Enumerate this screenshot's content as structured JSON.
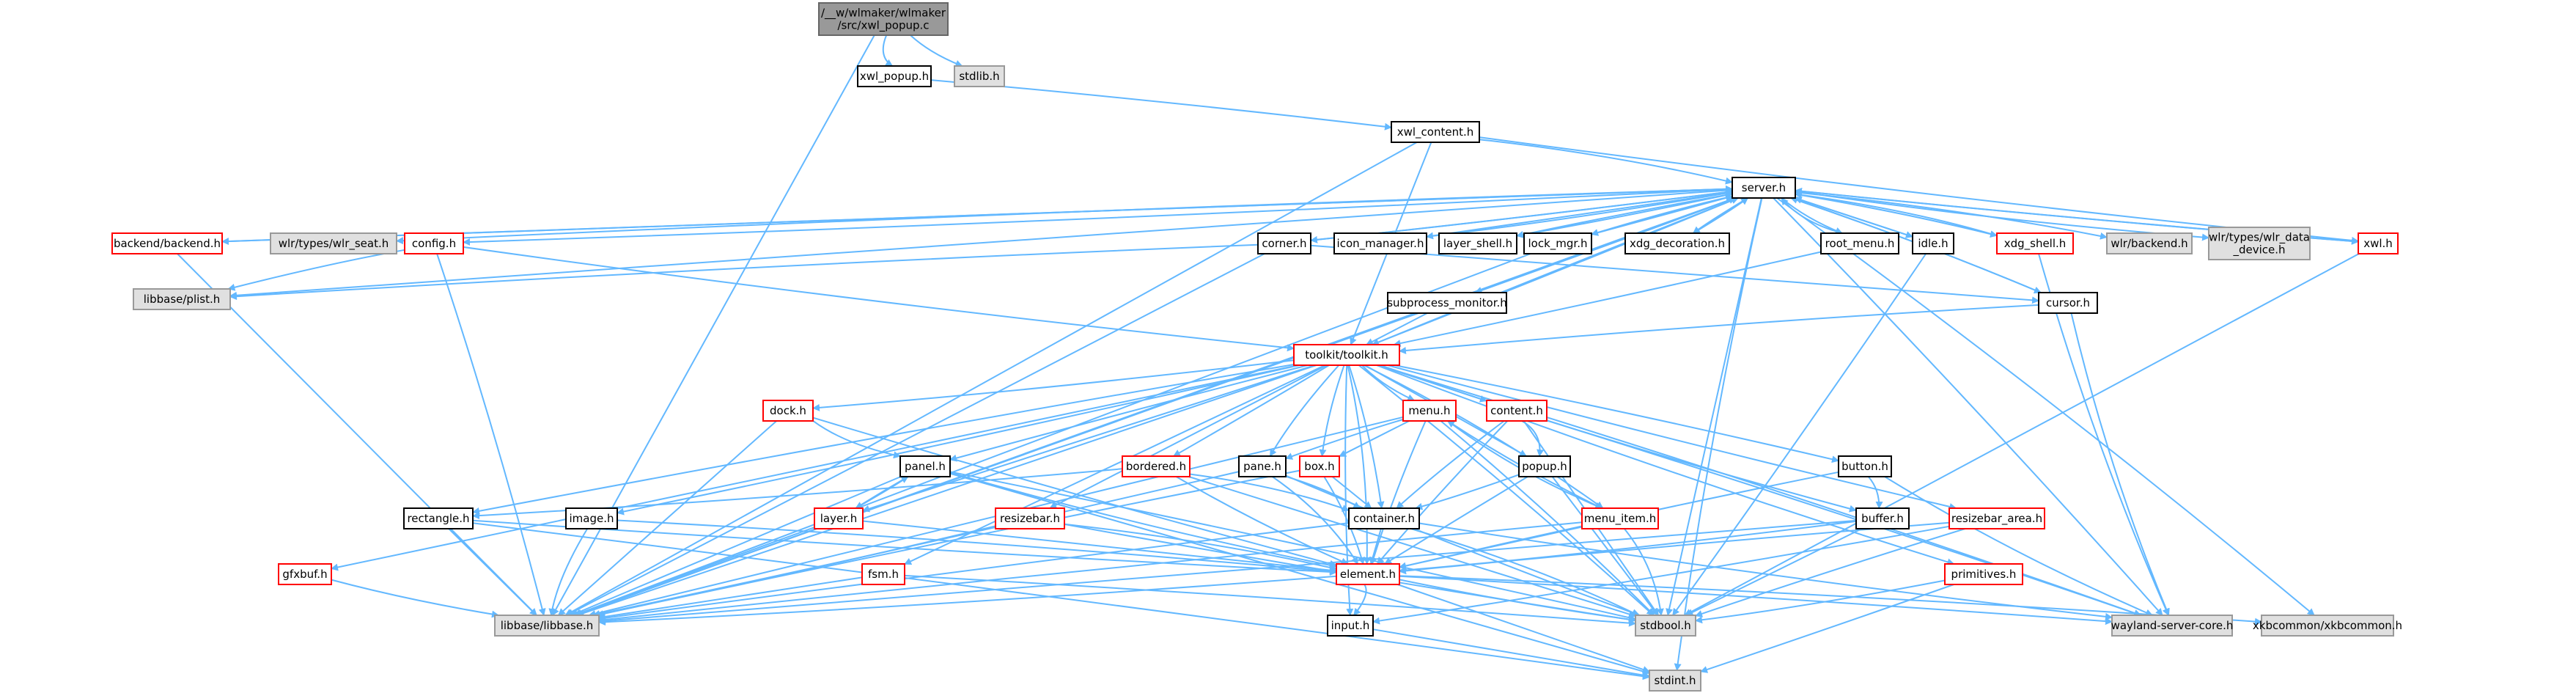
{
  "colors": {
    "edge": "#63b8ff",
    "root_fill": "#999999",
    "root_border": "#666666",
    "node_fill": "#ffffff",
    "node_border": "#000000",
    "external_fill": "#e0e0e0",
    "external_border": "#999999",
    "truncated_border": "#ff0000",
    "text": "#000000"
  },
  "graph": {
    "nodes": [
      {
        "id": "root",
        "lines": [
          "/__w/wlmaker/wlmaker",
          "/src/xwl_popup.c"
        ],
        "style": "root"
      },
      {
        "id": "xwl_popup_h",
        "lines": [
          "xwl_popup.h"
        ],
        "style": "normal"
      },
      {
        "id": "stdlib_h",
        "lines": [
          "stdlib.h"
        ],
        "style": "external"
      },
      {
        "id": "xwl_content_h",
        "lines": [
          "xwl_content.h"
        ],
        "style": "normal"
      },
      {
        "id": "server_h",
        "lines": [
          "server.h"
        ],
        "style": "normal"
      },
      {
        "id": "backend_h",
        "lines": [
          "backend/backend.h"
        ],
        "style": "truncated"
      },
      {
        "id": "wlr_seat_h",
        "lines": [
          "wlr/types/wlr_seat.h"
        ],
        "style": "external"
      },
      {
        "id": "config_h",
        "lines": [
          "config.h"
        ],
        "style": "truncated"
      },
      {
        "id": "corner_h",
        "lines": [
          "corner.h"
        ],
        "style": "normal"
      },
      {
        "id": "icon_manager_h",
        "lines": [
          "icon_manager.h"
        ],
        "style": "normal"
      },
      {
        "id": "layer_shell_h",
        "lines": [
          "layer_shell.h"
        ],
        "style": "normal"
      },
      {
        "id": "lock_mgr_h",
        "lines": [
          "lock_mgr.h"
        ],
        "style": "normal"
      },
      {
        "id": "xdg_decoration_h",
        "lines": [
          "xdg_decoration.h"
        ],
        "style": "normal"
      },
      {
        "id": "root_menu_h",
        "lines": [
          "root_menu.h"
        ],
        "style": "normal"
      },
      {
        "id": "idle_h",
        "lines": [
          "idle.h"
        ],
        "style": "normal"
      },
      {
        "id": "xdg_shell_h",
        "lines": [
          "xdg_shell.h"
        ],
        "style": "truncated"
      },
      {
        "id": "wlr_backend_h",
        "lines": [
          "wlr/backend.h"
        ],
        "style": "external"
      },
      {
        "id": "wlr_data_device_h",
        "lines": [
          "wlr/types/wlr_data",
          "_device.h"
        ],
        "style": "external"
      },
      {
        "id": "xwl_h",
        "lines": [
          "xwl.h"
        ],
        "style": "truncated"
      },
      {
        "id": "plist_h",
        "lines": [
          "libbase/plist.h"
        ],
        "style": "external"
      },
      {
        "id": "cursor_h",
        "lines": [
          "cursor.h"
        ],
        "style": "normal"
      },
      {
        "id": "subprocess_monitor_h",
        "lines": [
          "subprocess_monitor.h"
        ],
        "style": "normal"
      },
      {
        "id": "toolkit_h",
        "lines": [
          "toolkit/toolkit.h"
        ],
        "style": "truncated"
      },
      {
        "id": "dock_h",
        "lines": [
          "dock.h"
        ],
        "style": "truncated"
      },
      {
        "id": "menu_h",
        "lines": [
          "menu.h"
        ],
        "style": "truncated"
      },
      {
        "id": "content_h",
        "lines": [
          "content.h"
        ],
        "style": "truncated"
      },
      {
        "id": "panel_h",
        "lines": [
          "panel.h"
        ],
        "style": "normal"
      },
      {
        "id": "bordered_h",
        "lines": [
          "bordered.h"
        ],
        "style": "truncated"
      },
      {
        "id": "pane_h",
        "lines": [
          "pane.h"
        ],
        "style": "normal"
      },
      {
        "id": "box_h",
        "lines": [
          "box.h"
        ],
        "style": "truncated"
      },
      {
        "id": "popup_h",
        "lines": [
          "popup.h"
        ],
        "style": "normal"
      },
      {
        "id": "button_h",
        "lines": [
          "button.h"
        ],
        "style": "normal"
      },
      {
        "id": "rectangle_h",
        "lines": [
          "rectangle.h"
        ],
        "style": "normal"
      },
      {
        "id": "image_h",
        "lines": [
          "image.h"
        ],
        "style": "normal"
      },
      {
        "id": "layer_h",
        "lines": [
          "layer.h"
        ],
        "style": "truncated"
      },
      {
        "id": "resizebar_h",
        "lines": [
          "resizebar.h"
        ],
        "style": "truncated"
      },
      {
        "id": "container_h",
        "lines": [
          "container.h"
        ],
        "style": "normal"
      },
      {
        "id": "menu_item_h",
        "lines": [
          "menu_item.h"
        ],
        "style": "truncated"
      },
      {
        "id": "buffer_h",
        "lines": [
          "buffer.h"
        ],
        "style": "normal"
      },
      {
        "id": "resizebar_area_h",
        "lines": [
          "resizebar_area.h"
        ],
        "style": "truncated"
      },
      {
        "id": "gfxbuf_h",
        "lines": [
          "gfxbuf.h"
        ],
        "style": "truncated"
      },
      {
        "id": "fsm_h",
        "lines": [
          "fsm.h"
        ],
        "style": "truncated"
      },
      {
        "id": "element_h",
        "lines": [
          "element.h"
        ],
        "style": "truncated"
      },
      {
        "id": "primitives_h",
        "lines": [
          "primitives.h"
        ],
        "style": "truncated"
      },
      {
        "id": "libbase_h",
        "lines": [
          "libbase/libbase.h"
        ],
        "style": "external"
      },
      {
        "id": "input_h",
        "lines": [
          "input.h"
        ],
        "style": "normal"
      },
      {
        "id": "stdbool_h",
        "lines": [
          "stdbool.h"
        ],
        "style": "external"
      },
      {
        "id": "wayland_server_core_h",
        "lines": [
          "wayland-server-core.h"
        ],
        "style": "external"
      },
      {
        "id": "xkbcommon_h",
        "lines": [
          "xkbcommon/xkbcommon.h"
        ],
        "style": "external"
      },
      {
        "id": "stdint_h",
        "lines": [
          "stdint.h"
        ],
        "style": "external"
      }
    ],
    "edges": [
      [
        "root",
        "xwl_popup_h"
      ],
      [
        "root",
        "stdlib_h"
      ],
      [
        "root",
        "libbase_h"
      ],
      [
        "xwl_popup_h",
        "xwl_content_h"
      ],
      [
        "xwl_content_h",
        "server_h"
      ],
      [
        "xwl_content_h",
        "xwl_h"
      ],
      [
        "xwl_content_h",
        "libbase_h"
      ],
      [
        "xwl_content_h",
        "toolkit_h"
      ],
      [
        "server_h",
        "backend_h"
      ],
      [
        "server_h",
        "wlr_seat_h"
      ],
      [
        "server_h",
        "config_h"
      ],
      [
        "server_h",
        "corner_h"
      ],
      [
        "server_h",
        "icon_manager_h"
      ],
      [
        "server_h",
        "layer_shell_h"
      ],
      [
        "server_h",
        "lock_mgr_h"
      ],
      [
        "server_h",
        "xdg_decoration_h"
      ],
      [
        "server_h",
        "root_menu_h"
      ],
      [
        "server_h",
        "idle_h"
      ],
      [
        "server_h",
        "xdg_shell_h"
      ],
      [
        "server_h",
        "wlr_backend_h"
      ],
      [
        "server_h",
        "wlr_data_device_h"
      ],
      [
        "server_h",
        "xwl_h"
      ],
      [
        "server_h",
        "plist_h"
      ],
      [
        "server_h",
        "cursor_h"
      ],
      [
        "server_h",
        "subprocess_monitor_h"
      ],
      [
        "server_h",
        "toolkit_h"
      ],
      [
        "server_h",
        "libbase_h"
      ],
      [
        "server_h",
        "stdbool_h"
      ],
      [
        "server_h",
        "wayland_server_core_h"
      ],
      [
        "server_h",
        "xkbcommon_h"
      ],
      [
        "server_h",
        "stdint_h"
      ],
      [
        "backend_h",
        "server_h"
      ],
      [
        "backend_h",
        "libbase_h"
      ],
      [
        "config_h",
        "libbase_h"
      ],
      [
        "config_h",
        "plist_h"
      ],
      [
        "config_h",
        "toolkit_h"
      ],
      [
        "corner_h",
        "server_h"
      ],
      [
        "corner_h",
        "cursor_h"
      ],
      [
        "corner_h",
        "libbase_h"
      ],
      [
        "corner_h",
        "plist_h"
      ],
      [
        "icon_manager_h",
        "server_h"
      ],
      [
        "layer_shell_h",
        "server_h"
      ],
      [
        "lock_mgr_h",
        "server_h"
      ],
      [
        "lock_mgr_h",
        "libbase_h"
      ],
      [
        "xdg_decoration_h",
        "server_h"
      ],
      [
        "root_menu_h",
        "server_h"
      ],
      [
        "root_menu_h",
        "toolkit_h"
      ],
      [
        "idle_h",
        "server_h"
      ],
      [
        "idle_h",
        "stdbool_h"
      ],
      [
        "xdg_shell_h",
        "server_h"
      ],
      [
        "xdg_shell_h",
        "wayland_server_core_h"
      ],
      [
        "xwl_h",
        "server_h"
      ],
      [
        "xwl_h",
        "stdbool_h"
      ],
      [
        "cursor_h",
        "server_h"
      ],
      [
        "cursor_h",
        "toolkit_h"
      ],
      [
        "cursor_h",
        "wayland_server_core_h"
      ],
      [
        "subprocess_monitor_h",
        "server_h"
      ],
      [
        "subprocess_monitor_h",
        "toolkit_h"
      ],
      [
        "subprocess_monitor_h",
        "libbase_h"
      ],
      [
        "toolkit_h",
        "server_h"
      ],
      [
        "toolkit_h",
        "dock_h"
      ],
      [
        "toolkit_h",
        "menu_h"
      ],
      [
        "toolkit_h",
        "content_h"
      ],
      [
        "toolkit_h",
        "panel_h"
      ],
      [
        "toolkit_h",
        "bordered_h"
      ],
      [
        "toolkit_h",
        "pane_h"
      ],
      [
        "toolkit_h",
        "box_h"
      ],
      [
        "toolkit_h",
        "popup_h"
      ],
      [
        "toolkit_h",
        "button_h"
      ],
      [
        "toolkit_h",
        "rectangle_h"
      ],
      [
        "toolkit_h",
        "image_h"
      ],
      [
        "toolkit_h",
        "layer_h"
      ],
      [
        "toolkit_h",
        "resizebar_h"
      ],
      [
        "toolkit_h",
        "container_h"
      ],
      [
        "toolkit_h",
        "menu_item_h"
      ],
      [
        "toolkit_h",
        "buffer_h"
      ],
      [
        "toolkit_h",
        "resizebar_area_h"
      ],
      [
        "toolkit_h",
        "gfxbuf_h"
      ],
      [
        "toolkit_h",
        "fsm_h"
      ],
      [
        "toolkit_h",
        "element_h"
      ],
      [
        "toolkit_h",
        "primitives_h"
      ],
      [
        "toolkit_h",
        "input_h"
      ],
      [
        "toolkit_h",
        "libbase_h"
      ],
      [
        "toolkit_h",
        "stdbool_h"
      ],
      [
        "toolkit_h",
        "wayland_server_core_h"
      ],
      [
        "dock_h",
        "panel_h"
      ],
      [
        "dock_h",
        "element_h"
      ],
      [
        "dock_h",
        "libbase_h"
      ],
      [
        "menu_h",
        "box_h"
      ],
      [
        "menu_h",
        "pane_h"
      ],
      [
        "menu_h",
        "menu_item_h"
      ],
      [
        "menu_h",
        "element_h"
      ],
      [
        "menu_h",
        "libbase_h"
      ],
      [
        "menu_h",
        "stdbool_h"
      ],
      [
        "content_h",
        "popup_h"
      ],
      [
        "content_h",
        "container_h"
      ],
      [
        "content_h",
        "element_h"
      ],
      [
        "content_h",
        "stdbool_h"
      ],
      [
        "content_h",
        "wayland_server_core_h"
      ],
      [
        "panel_h",
        "layer_h"
      ],
      [
        "panel_h",
        "element_h"
      ],
      [
        "panel_h",
        "libbase_h"
      ],
      [
        "panel_h",
        "stdint_h"
      ],
      [
        "panel_h",
        "stdbool_h"
      ],
      [
        "bordered_h",
        "container_h"
      ],
      [
        "bordered_h",
        "rectangle_h"
      ],
      [
        "bordered_h",
        "element_h"
      ],
      [
        "bordered_h",
        "stdbool_h"
      ],
      [
        "pane_h",
        "container_h"
      ],
      [
        "pane_h",
        "element_h"
      ],
      [
        "pane_h",
        "libbase_h"
      ],
      [
        "pane_h",
        "stdbool_h"
      ],
      [
        "box_h",
        "container_h"
      ],
      [
        "box_h",
        "element_h"
      ],
      [
        "box_h",
        "libbase_h"
      ],
      [
        "popup_h",
        "container_h"
      ],
      [
        "popup_h",
        "element_h"
      ],
      [
        "popup_h",
        "stdbool_h"
      ],
      [
        "button_h",
        "buffer_h"
      ],
      [
        "button_h",
        "element_h"
      ],
      [
        "button_h",
        "wayland_server_core_h"
      ],
      [
        "rectangle_h",
        "element_h"
      ],
      [
        "rectangle_h",
        "libbase_h"
      ],
      [
        "rectangle_h",
        "stdint_h"
      ],
      [
        "image_h",
        "element_h"
      ],
      [
        "image_h",
        "libbase_h"
      ],
      [
        "layer_h",
        "panel_h"
      ],
      [
        "layer_h",
        "element_h"
      ],
      [
        "layer_h",
        "libbase_h"
      ],
      [
        "resizebar_h",
        "element_h"
      ],
      [
        "resizebar_h",
        "libbase_h"
      ],
      [
        "resizebar_h",
        "stdbool_h"
      ],
      [
        "container_h",
        "element_h"
      ],
      [
        "container_h",
        "libbase_h"
      ],
      [
        "container_h",
        "stdbool_h"
      ],
      [
        "container_h",
        "wayland_server_core_h"
      ],
      [
        "menu_item_h",
        "menu_h"
      ],
      [
        "menu_item_h",
        "element_h"
      ],
      [
        "menu_item_h",
        "libbase_h"
      ],
      [
        "menu_item_h",
        "stdbool_h"
      ],
      [
        "buffer_h",
        "element_h"
      ],
      [
        "buffer_h",
        "libbase_h"
      ],
      [
        "buffer_h",
        "stdbool_h"
      ],
      [
        "resizebar_area_h",
        "element_h"
      ],
      [
        "resizebar_area_h",
        "stdbool_h"
      ],
      [
        "resizebar_area_h",
        "input_h"
      ],
      [
        "gfxbuf_h",
        "libbase_h"
      ],
      [
        "fsm_h",
        "libbase_h"
      ],
      [
        "fsm_h",
        "stdbool_h"
      ],
      [
        "element_h",
        "input_h"
      ],
      [
        "element_h",
        "libbase_h"
      ],
      [
        "element_h",
        "stdbool_h"
      ],
      [
        "element_h",
        "stdint_h"
      ],
      [
        "element_h",
        "wayland_server_core_h"
      ],
      [
        "element_h",
        "xkbcommon_h"
      ],
      [
        "primitives_h",
        "stdbool_h"
      ],
      [
        "primitives_h",
        "stdint_h"
      ],
      [
        "input_h",
        "stdint_h"
      ]
    ]
  }
}
